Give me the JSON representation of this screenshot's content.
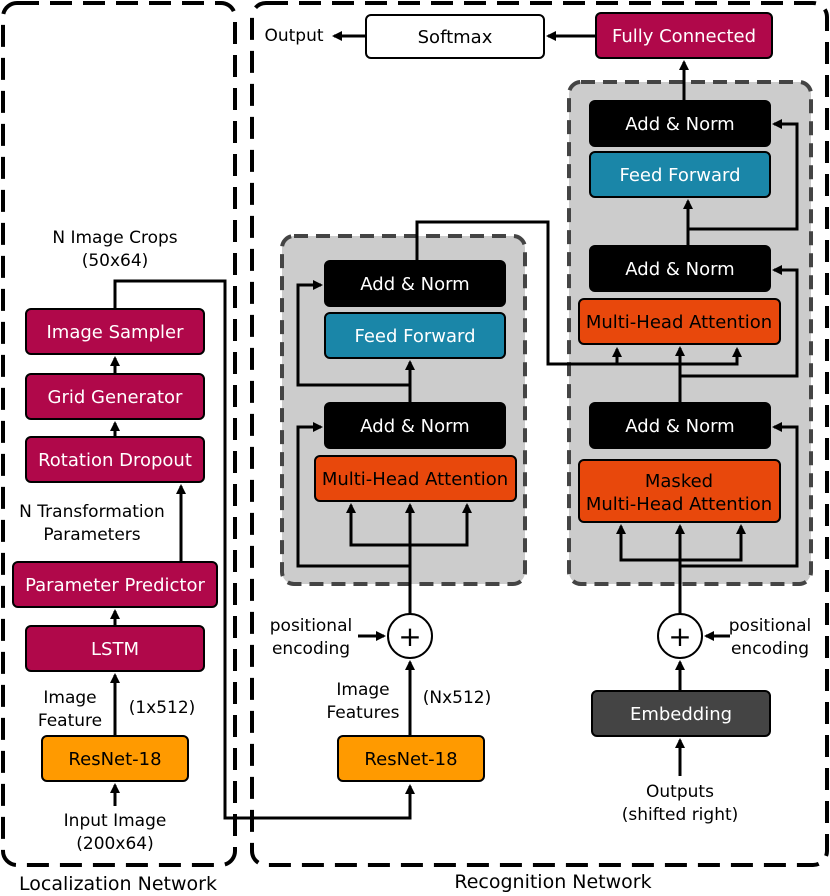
{
  "regions": {
    "localization": "Localization Network",
    "recognition": "Recognition Network"
  },
  "localization": {
    "input_label_1": "Input Image",
    "input_label_2": "(200x64)",
    "resnet": "ResNet-18",
    "feature_label_1": "Image",
    "feature_label_2": "Feature",
    "feature_dim": "(1x512)",
    "lstm": "LSTM",
    "param_predictor": "Parameter Predictor",
    "transform_label_1": "N Transformation",
    "transform_label_2": "Parameters",
    "rotation_dropout": "Rotation Dropout",
    "grid_generator": "Grid Generator",
    "image_sampler": "Image Sampler",
    "crops_label_1": "N Image Crops",
    "crops_label_2": "(50x64)"
  },
  "encoder": {
    "resnet": "ResNet-18",
    "features_label_1": "Image",
    "features_label_2": "Features",
    "features_dim": "(Nx512)",
    "pos_enc_1": "positional",
    "pos_enc_2": "encoding",
    "plus": "+",
    "mha": "Multi-Head Attention",
    "add_norm_1": "Add & Norm",
    "feed_forward": "Feed Forward",
    "add_norm_2": "Add & Norm"
  },
  "decoder": {
    "outputs_label_1": "Outputs",
    "outputs_label_2": "(shifted right)",
    "embedding": "Embedding",
    "pos_enc_1": "positional",
    "pos_enc_2": "encoding",
    "plus": "+",
    "masked_mha_1": "Masked",
    "masked_mha_2": "Multi-Head Attention",
    "add_norm_1": "Add & Norm",
    "mha": "Multi-Head Attention",
    "add_norm_2": "Add & Norm",
    "feed_forward": "Feed Forward",
    "add_norm_3": "Add & Norm",
    "fully_connected": "Fully Connected",
    "softmax": "Softmax",
    "output_label": "Output"
  },
  "colors": {
    "crimson": "#b0084a",
    "orange": "#ff9a00",
    "red_orange": "#e8480c",
    "teal": "#1a86a8",
    "black": "#000000",
    "dark_gray": "#444444",
    "panel_gray": "#cccccc"
  }
}
